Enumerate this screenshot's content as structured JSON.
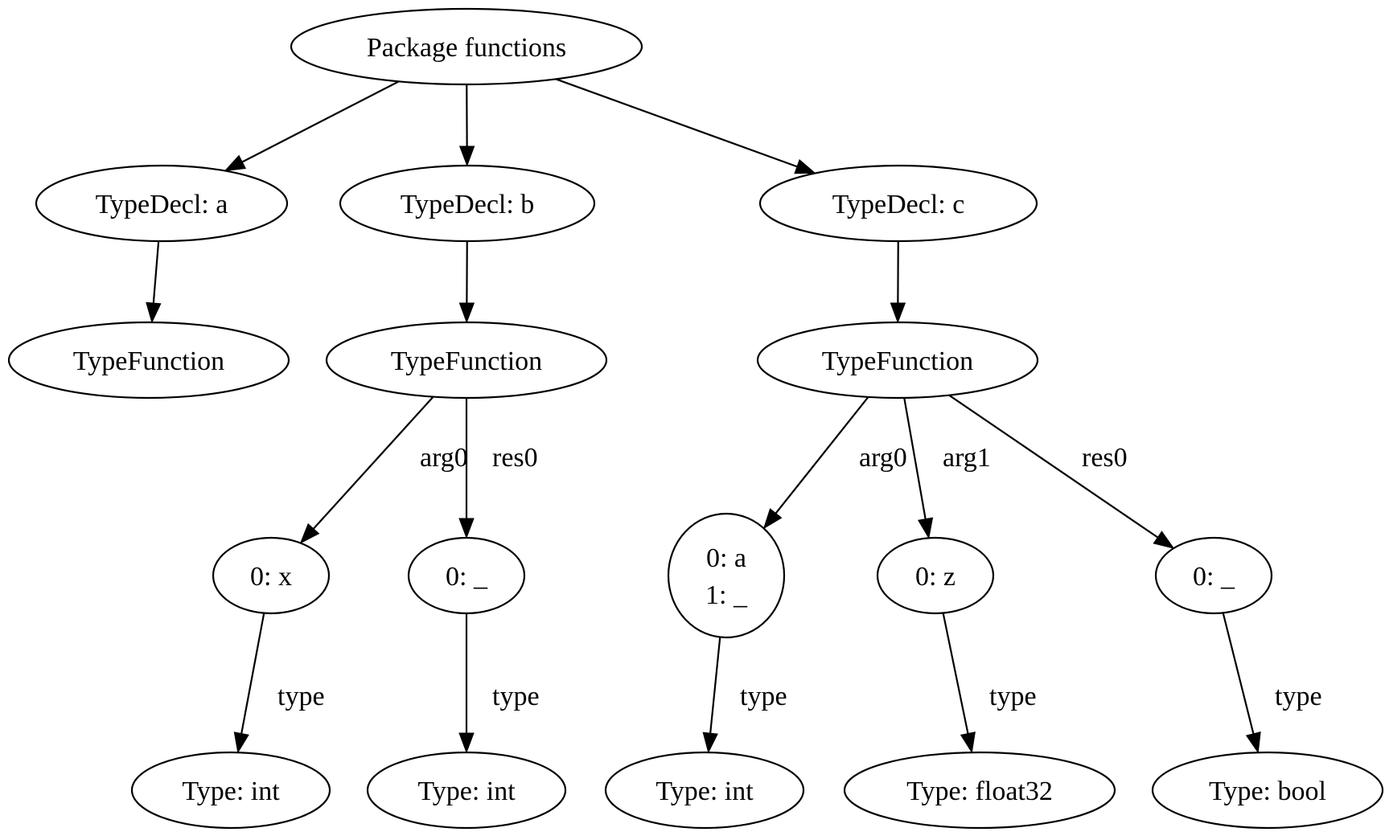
{
  "nodes": {
    "root": {
      "lines": [
        "Package functions"
      ]
    },
    "tdA": {
      "lines": [
        "TypeDecl: a"
      ]
    },
    "tdB": {
      "lines": [
        "TypeDecl: b"
      ]
    },
    "tdC": {
      "lines": [
        "TypeDecl: c"
      ]
    },
    "tfA": {
      "lines": [
        "TypeFunction"
      ]
    },
    "tfB": {
      "lines": [
        "TypeFunction"
      ]
    },
    "tfC": {
      "lines": [
        "TypeFunction"
      ]
    },
    "bArg0": {
      "lines": [
        "0: x"
      ]
    },
    "bRes0": {
      "lines": [
        "0: _"
      ]
    },
    "cArg0": {
      "lines": [
        "0: a",
        "1: _"
      ]
    },
    "cArg1": {
      "lines": [
        "0: z"
      ]
    },
    "cRes0": {
      "lines": [
        "0: _"
      ]
    },
    "t1": {
      "lines": [
        "Type: int"
      ]
    },
    "t2": {
      "lines": [
        "Type: int"
      ]
    },
    "t3": {
      "lines": [
        "Type: int"
      ]
    },
    "t4": {
      "lines": [
        "Type: float32"
      ]
    },
    "t5": {
      "lines": [
        "Type: bool"
      ]
    }
  },
  "edges": [
    {
      "from": "root",
      "to": "tdA",
      "label": ""
    },
    {
      "from": "root",
      "to": "tdB",
      "label": ""
    },
    {
      "from": "root",
      "to": "tdC",
      "label": ""
    },
    {
      "from": "tdA",
      "to": "tfA",
      "label": ""
    },
    {
      "from": "tdB",
      "to": "tfB",
      "label": ""
    },
    {
      "from": "tdC",
      "to": "tfC",
      "label": ""
    },
    {
      "from": "tfB",
      "to": "bArg0",
      "label": "arg0"
    },
    {
      "from": "tfB",
      "to": "bRes0",
      "label": "res0"
    },
    {
      "from": "tfC",
      "to": "cArg0",
      "label": "arg0"
    },
    {
      "from": "tfC",
      "to": "cArg1",
      "label": "arg1"
    },
    {
      "from": "tfC",
      "to": "cRes0",
      "label": "res0"
    },
    {
      "from": "bArg0",
      "to": "t1",
      "label": "type"
    },
    {
      "from": "bRes0",
      "to": "t2",
      "label": "type"
    },
    {
      "from": "cArg0",
      "to": "t3",
      "label": "type"
    },
    {
      "from": "cArg1",
      "to": "t4",
      "label": "type"
    },
    {
      "from": "cRes0",
      "to": "t5",
      "label": "type"
    }
  ]
}
